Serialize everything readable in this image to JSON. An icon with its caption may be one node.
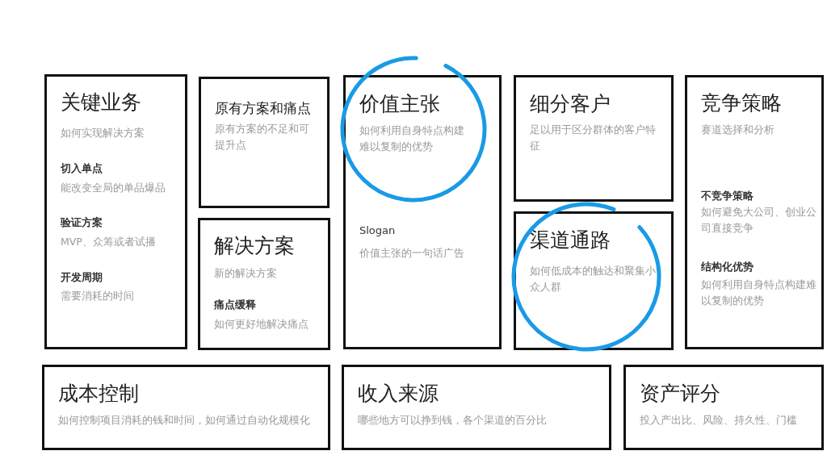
{
  "diagram": {
    "nodes": [
      {
        "text": [
          "关键业务",
          "如何实现解决方案",
          "切入单点",
          "能改变全局的单品爆品",
          "验证方案",
          "MVP、众筹或者试播",
          "开发周期",
          "需要消耗的时间"
        ]
      },
      {
        "text": [
          "原有方案和痛点",
          "原有方案的不足和可提升点"
        ]
      },
      {
        "text": [
          "解决方案",
          "新的解决方案",
          "痛点缓释",
          "如何更好地解决痛点"
        ]
      },
      {
        "text": [
          "价值主张",
          "如何利用自身特点构建难以复制的优势",
          "Slogan",
          "价值主张的一句话广告"
        ]
      },
      {
        "text": [
          "细分客户",
          "足以用于区分群体的客户特征"
        ]
      },
      {
        "text": [
          "渠道通路",
          "如何低成本的触达和聚集小众人群"
        ]
      },
      {
        "text": [
          "竞争策略",
          "赛道选择和分析",
          "不竞争策略",
          "如何避免大公司、创业公司直接竞争",
          "结构化优势",
          "如何利用自身特点构建难以复制的优势"
        ]
      },
      {
        "text": [
          "成本控制",
          "如何控制项目消耗的钱和时间，如何通过自动化规模化"
        ]
      },
      {
        "text": [
          "收入来源",
          "哪些地方可以挣到钱，各个渠道的百分比"
        ]
      },
      {
        "text": [
          "资产评分",
          "投入产出比、风险、持久性、门槛"
        ]
      }
    ]
  }
}
